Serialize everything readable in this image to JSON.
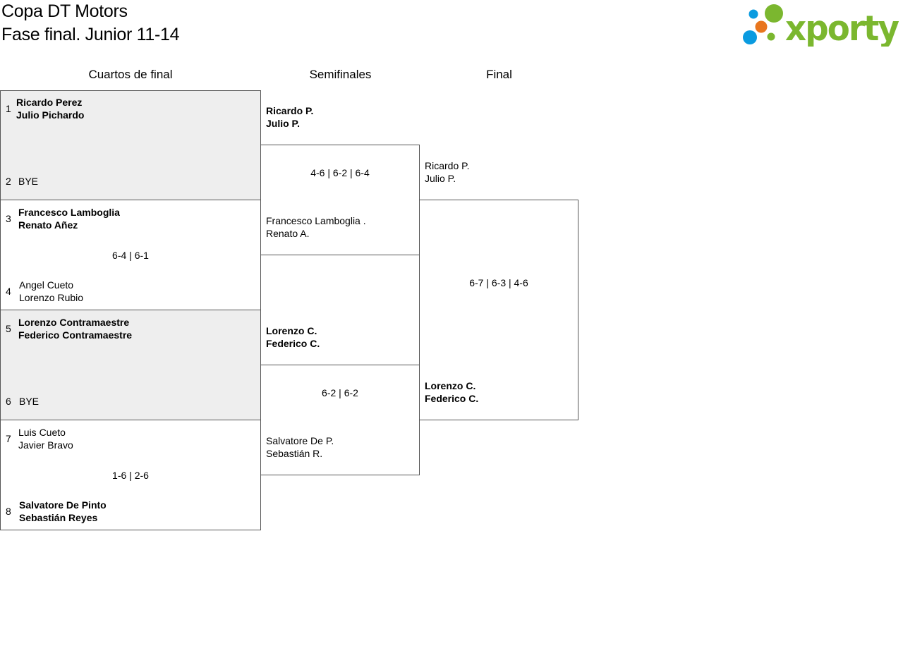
{
  "header": {
    "title_line1": "Copa DT Motors",
    "title_line2": "Fase final. Junior 11-14",
    "logo_text": "xporty",
    "logo_colors": {
      "green": "#7bb72f",
      "blue": "#0a9be0",
      "orange": "#e8761e"
    }
  },
  "rounds": {
    "quarterfinals": "Cuartos de final",
    "semifinals": "Semifinales",
    "final": "Final"
  },
  "quarterfinals": [
    {
      "top": {
        "seed": "1",
        "player1": "Ricardo Perez",
        "player2": "Julio Pichardo",
        "winner": true
      },
      "bottom": {
        "seed": "2",
        "player1": "BYE",
        "player2": "",
        "winner": false
      },
      "score": "",
      "shaded": true
    },
    {
      "top": {
        "seed": "3",
        "player1": "Francesco Lamboglia",
        "player2": "Renato Añez",
        "winner": true
      },
      "bottom": {
        "seed": "4",
        "player1": "Angel Cueto",
        "player2": "Lorenzo Rubio",
        "winner": false
      },
      "score": "6-4 | 6-1",
      "shaded": false
    },
    {
      "top": {
        "seed": "5",
        "player1": "Lorenzo Contramaestre",
        "player2": "Federico Contramaestre",
        "winner": true
      },
      "bottom": {
        "seed": "6",
        "player1": "BYE",
        "player2": "",
        "winner": false
      },
      "score": "",
      "shaded": true
    },
    {
      "top": {
        "seed": "7",
        "player1": "Luis Cueto",
        "player2": "Javier Bravo",
        "winner": false
      },
      "bottom": {
        "seed": "8",
        "player1": "Salvatore De Pinto",
        "player2": "Sebastián Reyes",
        "winner": true
      },
      "score": "1-6 | 2-6",
      "shaded": false
    }
  ],
  "semifinals": [
    {
      "top": {
        "player1": "Ricardo P.",
        "player2": "Julio P.",
        "winner": true
      },
      "bottom": {
        "player1": "Francesco Lamboglia .",
        "player2": "Renato A.",
        "winner": false
      },
      "score": "4-6 | 6-2 | 6-4"
    },
    {
      "top": {
        "player1": "Lorenzo C.",
        "player2": "Federico C.",
        "winner": true
      },
      "bottom": {
        "player1": "Salvatore De P.",
        "player2": "Sebastián R.",
        "winner": false
      },
      "score": "6-2 | 6-2"
    }
  ],
  "final": {
    "top": {
      "player1": "Ricardo P.",
      "player2": "Julio P.",
      "winner": false
    },
    "bottom": {
      "player1": "Lorenzo C.",
      "player2": "Federico C.",
      "winner": true
    },
    "score": "6-7 | 6-3 | 4-6"
  }
}
